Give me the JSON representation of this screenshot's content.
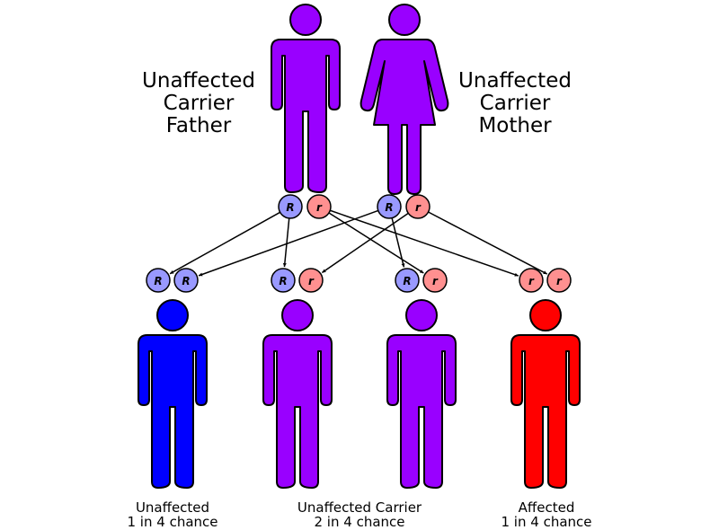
{
  "colors": {
    "carrier": "#9900ff",
    "unaffected": "#0000ff",
    "affected": "#ff0000",
    "dominant_allele": "#9999ff",
    "recessive_allele": "#ff9090",
    "outline": "#000000"
  },
  "parents": [
    {
      "id": "father",
      "label_lines": [
        "Unaffected",
        "Carrier",
        "Father"
      ],
      "status": "carrier",
      "figure": "male",
      "alleles": [
        "R",
        "r"
      ]
    },
    {
      "id": "mother",
      "label_lines": [
        "Unaffected",
        "Carrier",
        "Mother"
      ],
      "status": "carrier",
      "figure": "female",
      "alleles": [
        "R",
        "r"
      ]
    }
  ],
  "children": [
    {
      "genotype": [
        "R",
        "R"
      ],
      "status": "unaffected"
    },
    {
      "genotype": [
        "R",
        "r"
      ],
      "status": "carrier"
    },
    {
      "genotype": [
        "R",
        "r"
      ],
      "status": "carrier"
    },
    {
      "genotype": [
        "r",
        "r"
      ],
      "status": "affected"
    }
  ],
  "inheritance_lines": [
    {
      "from": "father.R",
      "to": "child1.allele1"
    },
    {
      "from": "mother.R",
      "to": "child1.allele2"
    },
    {
      "from": "father.R",
      "to": "child2.allele1"
    },
    {
      "from": "mother.r",
      "to": "child2.allele2"
    },
    {
      "from": "mother.R",
      "to": "child3.allele1"
    },
    {
      "from": "father.r",
      "to": "child3.allele2"
    },
    {
      "from": "father.r",
      "to": "child4.allele1"
    },
    {
      "from": "mother.r",
      "to": "child4.allele2"
    }
  ],
  "outcome_labels": [
    {
      "title": "Unaffected",
      "chance": "1 in 4 chance"
    },
    {
      "title": "Unaffected Carrier",
      "chance": "2 in 4 chance"
    },
    {
      "title": "Affected",
      "chance": "1 in 4 chance"
    }
  ]
}
